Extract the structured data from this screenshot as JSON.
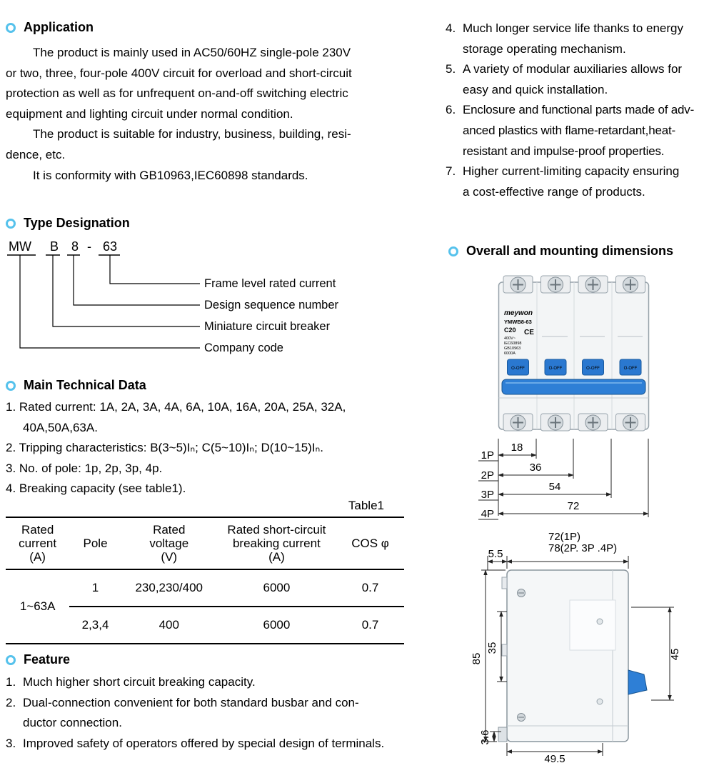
{
  "accent": "#56c2ec",
  "breaker_blue": "#2e7fd6",
  "application": {
    "title": "Application",
    "lines": [
      "The product is mainly used in  AC50/60HZ single-pole 230V",
      "or two, three, four-pole 400V circuit for overload and short-circuit",
      "protection as well as for unfrequent on-and-off switching electric",
      "equipment and lighting circuit under normal condition.",
      "The product is suitable for industry, business, building, resi-",
      "dence, etc.",
      "It is conformity with GB10963,IEC60898 standards."
    ]
  },
  "type_designation": {
    "title": "Type Designation",
    "code": {
      "company": "MW",
      "type": "B",
      "seq": "8",
      "dash": "-",
      "frame": "63"
    },
    "labels": {
      "frame": "Frame level rated current",
      "seq": "Design sequence number",
      "type": "Miniature circuit breaker",
      "company": "Company code"
    }
  },
  "technical": {
    "title": "Main Technical Data",
    "item1a": "1. Rated current: 1A, 2A, 3A, 4A, 6A, 10A, 16A, 20A, 25A, 32A,",
    "item1b": "40A,50A,63A.",
    "item2": "2. Tripping characteristics: B(3~5)Iₙ; C(5~10)Iₙ; D(10~15)Iₙ.",
    "item3": "3. No. of pole: 1p, 2p, 3p, 4p.",
    "item4": "4. Breaking capacity (see table1).",
    "table_label": "Table1",
    "table": {
      "h1": "Rated\ncurrent\n(A)",
      "h2": "Pole",
      "h3": "Rated\nvoltage\n(V)",
      "h4": "Rated short-circuit\nbreaking current\n(A)",
      "h5": "COS φ",
      "rowspan_cell": "1~63A",
      "r1": [
        "1",
        "230,230/400",
        "6000",
        "0.7"
      ],
      "r2": [
        "2,3,4",
        "400",
        "6000",
        "0.7"
      ]
    }
  },
  "feature": {
    "title": "Feature",
    "items": [
      {
        "num": "1.",
        "lines": [
          "Much higher short circuit breaking capacity."
        ]
      },
      {
        "num": "2.",
        "lines": [
          "Dual-connection convenient for both standard busbar and con-",
          "ductor connection."
        ]
      },
      {
        "num": "3.",
        "lines": [
          "Improved safety of operators offered by special design of terminals."
        ]
      }
    ]
  },
  "features_right": [
    {
      "num": "4.",
      "lines": [
        "Much longer service life thanks to energy",
        "storage operating mechanism."
      ]
    },
    {
      "num": "5.",
      "lines": [
        "A variety of modular auxiliaries allows for",
        "easy and quick installation."
      ]
    },
    {
      "num": "6.",
      "lines": [
        "Enclosure and functional parts made of adv-",
        "anced plastics with flame-retardant,heat-",
        "resistant and impulse-proof properties."
      ]
    },
    {
      "num": "7.",
      "lines": [
        "Higher current-limiting capacity ensuring",
        "a cost-effective range of products."
      ]
    }
  ],
  "dimensions": {
    "title": "Overall and mounting dimensions",
    "breaker": {
      "brand": "meywon",
      "model": "YMWB8-63",
      "rating": "C20",
      "volt": "400V~",
      "std1": "IEC60898",
      "std2": "GB10963",
      "cap": "6000A",
      "ce": "CE",
      "toggle": "O-OFF"
    },
    "pole_dims": {
      "p1": "1P",
      "v1": "18",
      "p2": "2P",
      "v2": "36",
      "p3": "3P",
      "v3": "54",
      "p4": "4P",
      "v4": "72"
    },
    "side_dims": {
      "w1": "72(1P)",
      "w2": "78(2P. 3P .4P)",
      "top_off": "5.5",
      "h_total": "85",
      "h_mid": "35",
      "h_right": "45",
      "bot": "3.6",
      "w_bot": "49.5"
    }
  }
}
